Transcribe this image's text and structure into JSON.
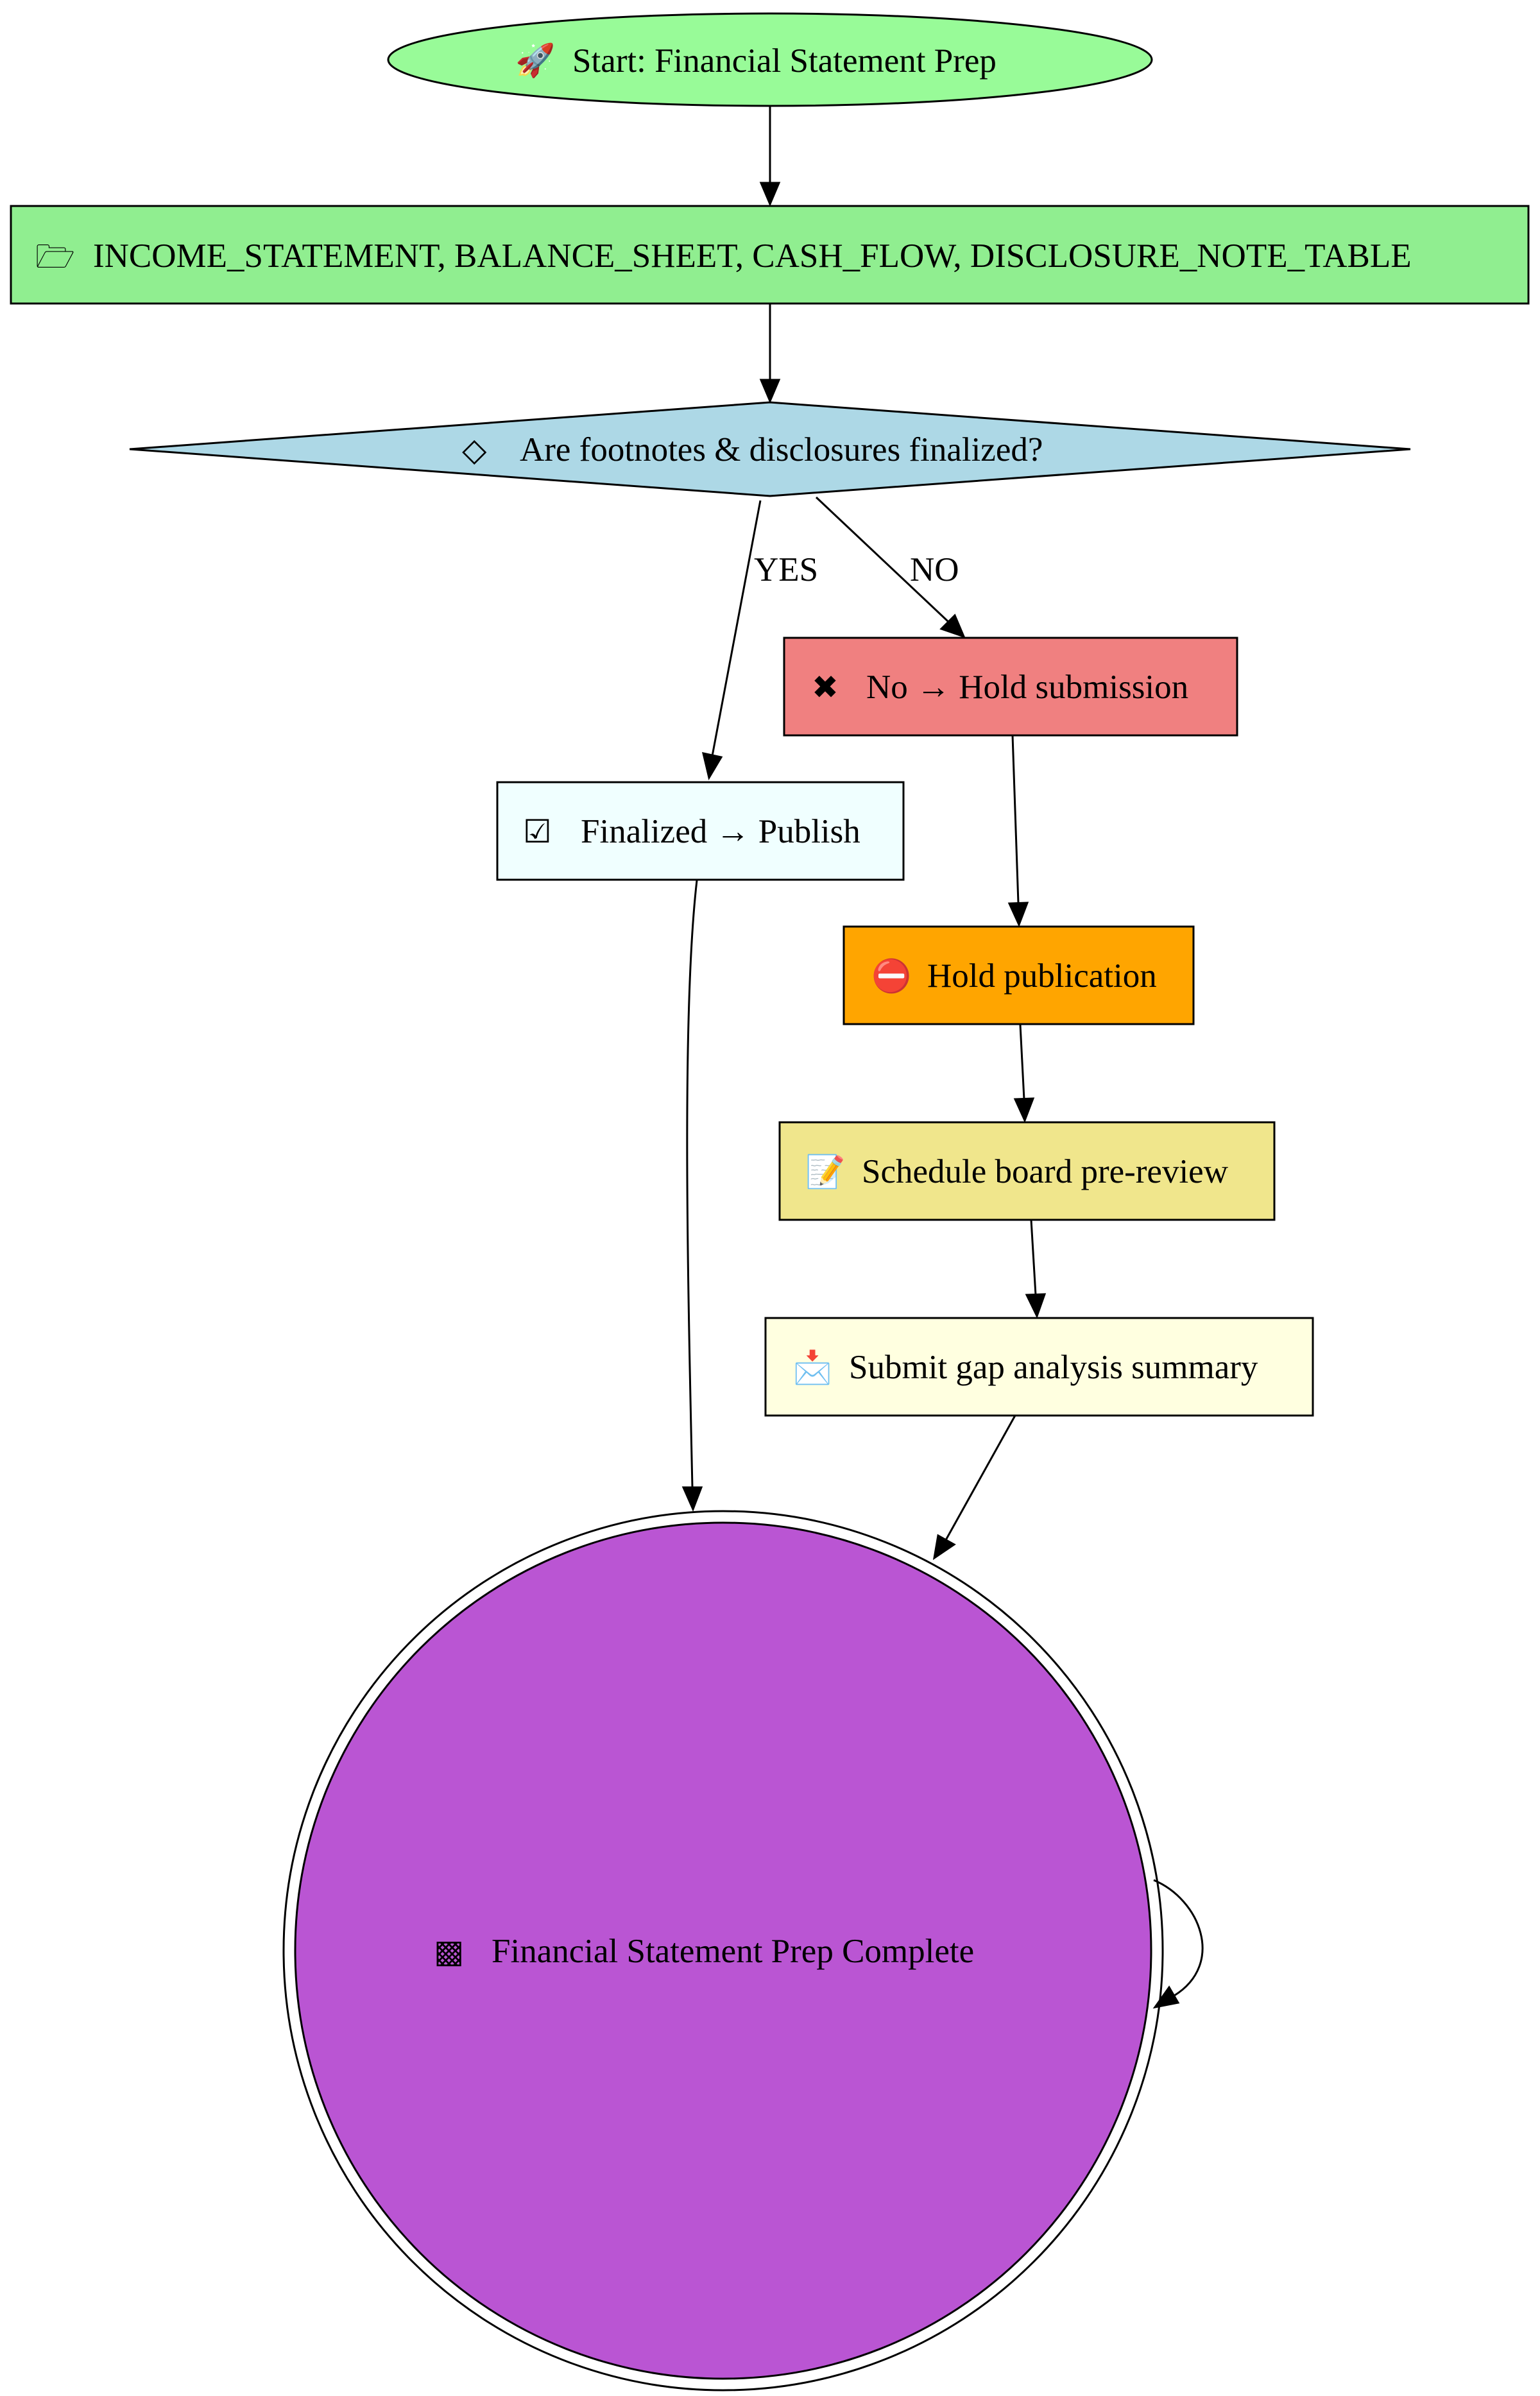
{
  "nodes": {
    "start": {
      "icon": "rocket-icon",
      "glyph": "🚀",
      "label": "Start: Financial Statement Prep",
      "color": "#98FB98"
    },
    "tables": {
      "icon": "folder-open-icon",
      "glyph": "🗁",
      "label": "INCOME_STATEMENT, BALANCE_SHEET, CASH_FLOW, DISCLOSURE_NOTE_TABLE",
      "color": "#90EE90"
    },
    "decision": {
      "icon": "diamond-icon",
      "glyph": "◇",
      "label": "Are footnotes & disclosures finalized?",
      "color": "#ADD8E6"
    },
    "no_hold": {
      "icon": "cross-mark-icon",
      "glyph": "✖",
      "label": "No → Hold submission",
      "color": "#F08080"
    },
    "finalized": {
      "icon": "check-box-icon",
      "glyph": "☑",
      "label": "Finalized → Publish",
      "color": "#F0FFFF"
    },
    "hold_pub": {
      "icon": "no-entry-icon",
      "glyph": "⛔",
      "label": "Hold publication",
      "color": "#FFA500"
    },
    "schedule": {
      "icon": "memo-icon",
      "glyph": "📝",
      "label": "Schedule board pre-review",
      "color": "#F0E68C"
    },
    "submit": {
      "icon": "envelope-arrow-icon",
      "glyph": "📩",
      "label": "Submit gap analysis summary",
      "color": "#FFFFE0"
    },
    "end": {
      "icon": "checkered-flag-icon",
      "glyph": "▩",
      "label": "Financial Statement Prep Complete",
      "color": "#BA55D3"
    }
  },
  "edges": {
    "yes_label": "YES",
    "no_label": "NO"
  }
}
